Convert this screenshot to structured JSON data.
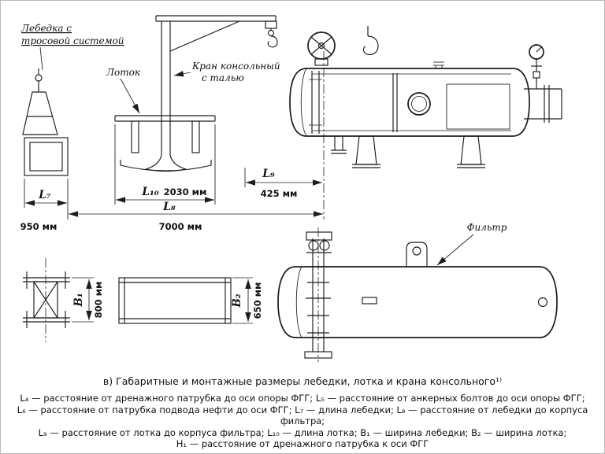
{
  "drawing": {
    "callouts": {
      "winch_l1": "Лебедка с",
      "winch_l2": "тросовой системой",
      "tray": "Лоток",
      "crane_l1": "Кран консольный",
      "crane_l2": "с талью",
      "filter": "Фильтр"
    },
    "dims": {
      "l7": "L₇",
      "l7_v": "950 мм",
      "l8": "L₈",
      "l8_v": "7000 мм",
      "l9": "L₉",
      "l9_v": "425 мм",
      "l10": "L₁₀",
      "l10_v": "2030 мм",
      "b1": "B₁",
      "b1_v": "800 мм",
      "b2": "B₂",
      "b2_v": "650 мм"
    }
  },
  "caption": "в) Габаритные и монтажные размеры лебедки, лотка и крана консольного¹⁾",
  "legend": {
    "line1": "L₄ — расстояние от дренажного патрубка до оси опоры ФГГ; L₅ — расстояние от анкерных болтов до оси опоры ФГГ;",
    "line2": "L₆ — расстояние от патрубка подвода нефти до оси ФГГ; L₇ — длина лебедки; L₈ — расстояние от лебедки до корпуса фильтра;",
    "line3": "L₉ — расстояние от лотка до корпуса фильтра; L₁₀ — длина лотка; B₁ — ширина лебедки; B₂ — ширина лотка;",
    "line4": "H₁ — расстояние от дренажного патрубка к оси ФГГ"
  }
}
